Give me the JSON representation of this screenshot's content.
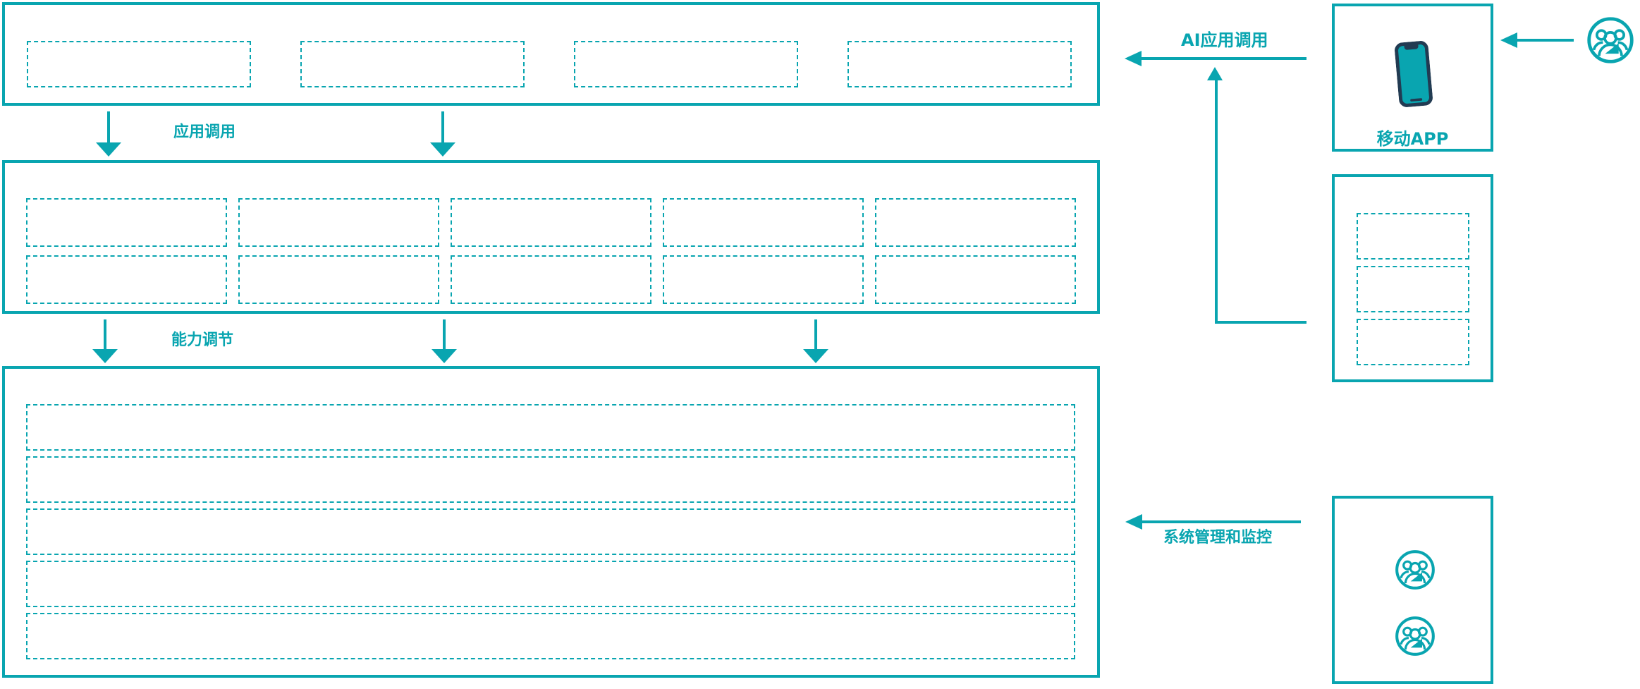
{
  "colors": {
    "teal": "#09a5b0",
    "dark": "#223b52"
  },
  "labels": {
    "app_call": "应用调用",
    "capability_adjust": "能力调节",
    "ai_app_call": "AI应用调用",
    "mobile_app": "移动APP",
    "system_monitor": "系统管理和监控"
  },
  "layout_counts": {
    "top_boxes": 4,
    "middle_boxes": 10,
    "bottom_rows": 5,
    "integration_boxes": 3
  },
  "icons": {
    "mobile_app": "smartphone-icon",
    "top_right_user": "users-group-icon",
    "ops_users": [
      "users-group-icon",
      "users-group-icon"
    ]
  }
}
